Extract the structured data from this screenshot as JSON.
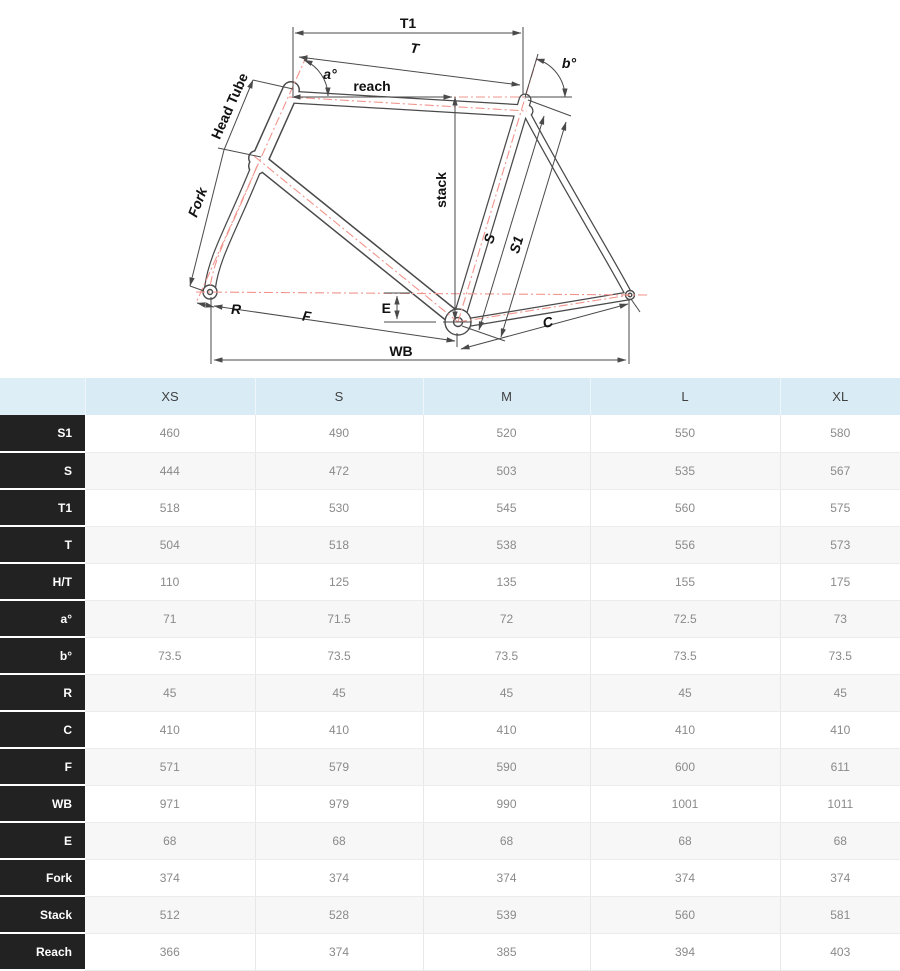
{
  "diagram": {
    "labels": {
      "t1": "T1",
      "t": "T",
      "a": "a°",
      "b": "b°",
      "reach": "reach",
      "head_tube": "Head Tube",
      "fork": "Fork",
      "stack": "stack",
      "s": "S",
      "s1": "S1",
      "r": "R",
      "f": "F",
      "e": "E",
      "c": "C",
      "wb": "WB"
    },
    "colors": {
      "line": "#4a4a4a",
      "centerline": "#f2948c",
      "label": "#111111"
    }
  },
  "table": {
    "corner_label": "",
    "header": [
      "XS",
      "S",
      "M",
      "L",
      "XL"
    ],
    "rows": [
      {
        "label": "S1",
        "values": [
          "460",
          "490",
          "520",
          "550",
          "580"
        ]
      },
      {
        "label": "S",
        "values": [
          "444",
          "472",
          "503",
          "535",
          "567"
        ]
      },
      {
        "label": "T1",
        "values": [
          "518",
          "530",
          "545",
          "560",
          "575"
        ]
      },
      {
        "label": "T",
        "values": [
          "504",
          "518",
          "538",
          "556",
          "573"
        ]
      },
      {
        "label": "H/T",
        "values": [
          "110",
          "125",
          "135",
          "155",
          "175"
        ]
      },
      {
        "label": "a°",
        "values": [
          "71",
          "71.5",
          "72",
          "72.5",
          "73"
        ]
      },
      {
        "label": "b°",
        "values": [
          "73.5",
          "73.5",
          "73.5",
          "73.5",
          "73.5"
        ]
      },
      {
        "label": "R",
        "values": [
          "45",
          "45",
          "45",
          "45",
          "45"
        ]
      },
      {
        "label": "C",
        "values": [
          "410",
          "410",
          "410",
          "410",
          "410"
        ]
      },
      {
        "label": "F",
        "values": [
          "571",
          "579",
          "590",
          "600",
          "611"
        ]
      },
      {
        "label": "WB",
        "values": [
          "971",
          "979",
          "990",
          "1001",
          "1011"
        ]
      },
      {
        "label": "E",
        "values": [
          "68",
          "68",
          "68",
          "68",
          "68"
        ]
      },
      {
        "label": "Fork",
        "values": [
          "374",
          "374",
          "374",
          "374",
          "374"
        ]
      },
      {
        "label": "Stack",
        "values": [
          "512",
          "528",
          "539",
          "560",
          "581"
        ]
      },
      {
        "label": "Reach",
        "values": [
          "366",
          "374",
          "385",
          "394",
          "403"
        ]
      }
    ],
    "colors": {
      "header_bg": "#d9ecf6",
      "row_label_bg": "#222222",
      "alt_row_bg": "#f7f7f7",
      "value_text": "#8a8a8a"
    }
  }
}
